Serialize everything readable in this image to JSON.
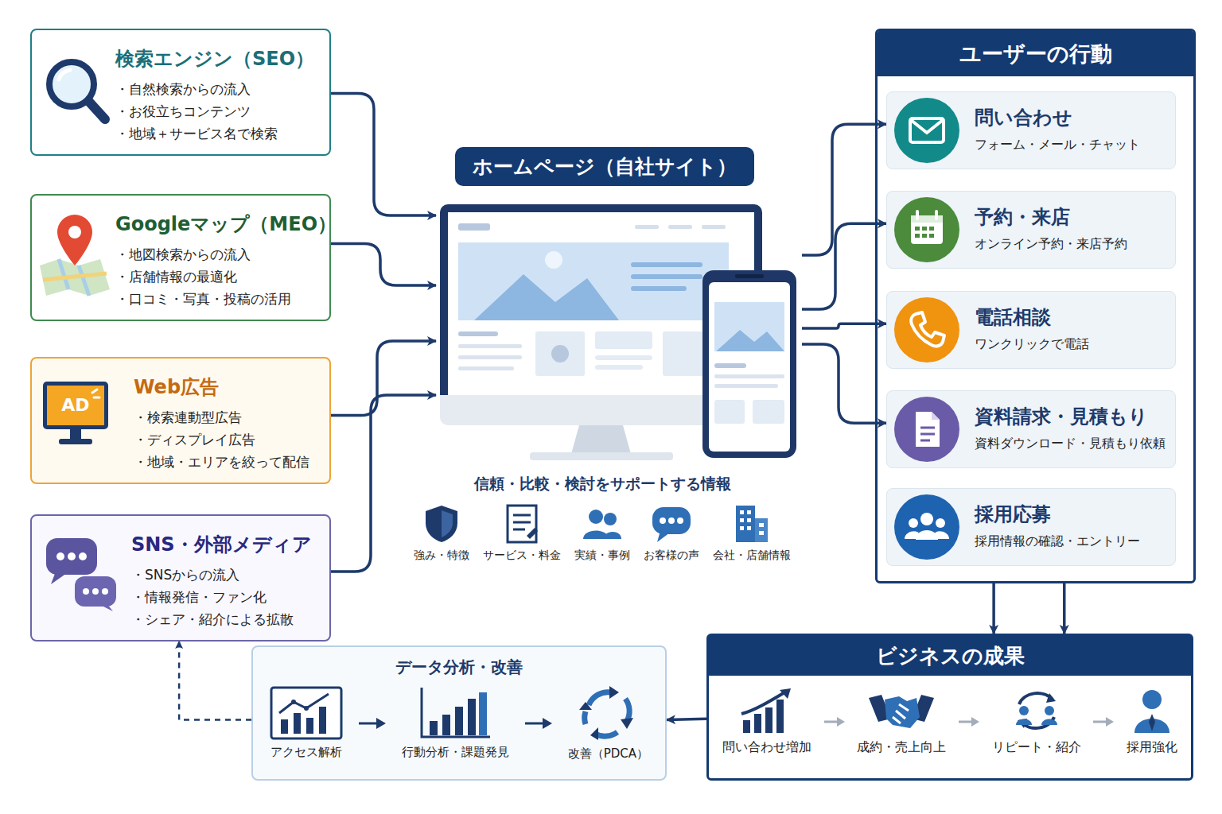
{
  "diagram": {
    "nodes": [
      {
        "text": [
          "検索エンジン（SEO）",
          "・自然検索からの流入",
          "・お役立ちコンテンツ",
          "・地域＋サービス名で検索"
        ]
      },
      {
        "text": [
          "Googleマップ（MEO）",
          "・地図検索からの流入",
          "・店舗情報の最適化",
          "・口コミ・写真・投稿の活用"
        ]
      },
      {
        "text": [
          "Web広告",
          "・検索連動型広告",
          "・ディスプレイ広告",
          "・地域・エリアを絞って配信"
        ]
      },
      {
        "text": [
          "SNS・外部メディア",
          "・SNSからの流入",
          "・情報発信・ファン化",
          "・シェア・紹介による拡散"
        ]
      },
      {
        "text": [
          "ホームページ（自社サイト）"
        ]
      },
      {
        "text": [
          "信頼・比較・検討をサポートする情報",
          "強み・特徴",
          "サービス・料金",
          "実績・事例",
          "お客様の声",
          "会社・店舗情報"
        ]
      },
      {
        "text": [
          "ユーザーの行動"
        ]
      },
      {
        "text": [
          "問い合わせ",
          "フォーム・メール・チャット"
        ],
        "in": 6
      },
      {
        "text": [
          "予約・来店",
          "オンライン予約・来店予約"
        ],
        "in": 6
      },
      {
        "text": [
          "電話相談",
          "ワンクリックで電話"
        ],
        "in": 6
      },
      {
        "text": [
          "資料請求・見積もり",
          "資料ダウンロード・見積もり依頼"
        ],
        "in": 6
      },
      {
        "text": [
          "採用応募",
          "採用情報の確認・エントリー"
        ],
        "in": 6
      },
      {
        "text": [
          "ビジネスの成果",
          "問い合わせ増加",
          "成約・売上向上",
          "リピート・紹介",
          "採用強化"
        ]
      },
      {
        "text": [
          "データ分析・改善",
          "アクセス解析",
          "行動分析・課題発見",
          "改善（PDCA）"
        ]
      }
    ],
    "edges": [
      {
        "from": 0,
        "to": 4,
        "arrow": "to"
      },
      {
        "from": 1,
        "to": 4,
        "arrow": "to"
      },
      {
        "from": 2,
        "to": 4,
        "arrow": "to"
      },
      {
        "from": 3,
        "to": 4,
        "arrow": "to"
      },
      {
        "from": 4,
        "to": 7,
        "arrow": "to"
      },
      {
        "from": 4,
        "to": 8,
        "arrow": "to"
      },
      {
        "from": 4,
        "to": 9,
        "arrow": "to"
      },
      {
        "from": 4,
        "to": 10,
        "arrow": "to"
      },
      {
        "from": 6,
        "to": 12,
        "arrow": "to"
      },
      {
        "from": 6,
        "to": 12,
        "arrow": "to"
      },
      {
        "from": 12,
        "to": 13,
        "arrow": "to"
      },
      {
        "from": 13,
        "to": 3,
        "arrow": "to"
      }
    ],
    "labels": [
      "AD"
    ]
  }
}
